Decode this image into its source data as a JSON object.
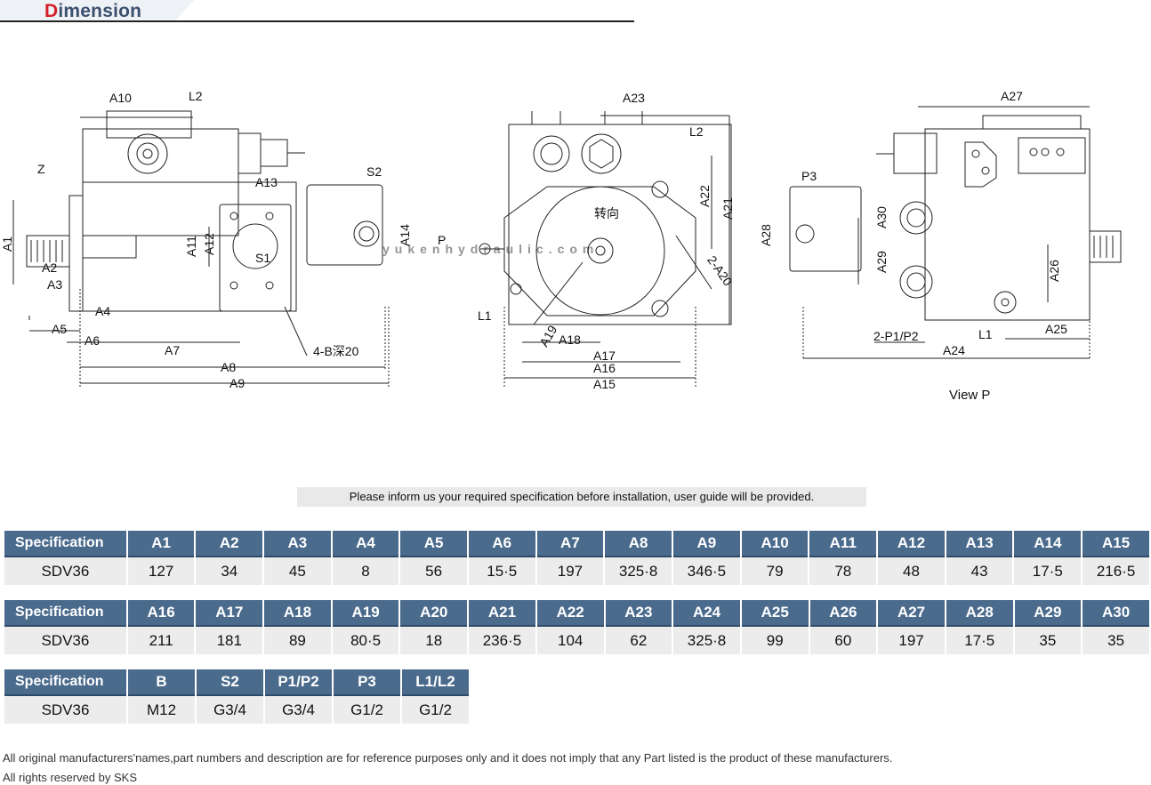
{
  "header": {
    "title_first": "D",
    "title_rest": "imension"
  },
  "drawing_labels": {
    "side": [
      "A10",
      "L2",
      "Z",
      "A1",
      "A2",
      "A3",
      "A4",
      "A5",
      "A6",
      "A7",
      "A8",
      "A9",
      "A11",
      "A12",
      "A13",
      "S1",
      "S2",
      "A14",
      "4-B深20"
    ],
    "front": [
      "A23",
      "L2",
      "A22",
      "A21",
      "P",
      "转向",
      "2-A20",
      "L1",
      "A19",
      "A18",
      "A17",
      "A16",
      "A15"
    ],
    "rear": [
      "A27",
      "P3",
      "A28",
      "A30",
      "A29",
      "A26",
      "L1",
      "2-P1/P2",
      "A25",
      "A24"
    ]
  },
  "view_label": "View P",
  "watermark": "yukenhydraulic.com",
  "notice": "Please inform us your required specification before installation, user guide will be provided.",
  "tables": [
    {
      "headers": [
        "Specification",
        "A1",
        "A2",
        "A3",
        "A4",
        "A5",
        "A6",
        "A7",
        "A8",
        "A9",
        "A10",
        "A11",
        "A12",
        "A13",
        "A14",
        "A15"
      ],
      "row": [
        "SDV36",
        "127",
        "34",
        "45",
        "8",
        "56",
        "15·5",
        "197",
        "325·8",
        "346·5",
        "79",
        "78",
        "48",
        "43",
        "17·5",
        "216·5"
      ]
    },
    {
      "headers": [
        "Specification",
        "A16",
        "A17",
        "A18",
        "A19",
        "A20",
        "A21",
        "A22",
        "A23",
        "A24",
        "A25",
        "A26",
        "A27",
        "A28",
        "A29",
        "A30"
      ],
      "row": [
        "SDV36",
        "211",
        "181",
        "89",
        "80·5",
        "18",
        "236·5",
        "104",
        "62",
        "325·8",
        "99",
        "60",
        "197",
        "17·5",
        "35",
        "35"
      ]
    },
    {
      "headers": [
        "Specification",
        "B",
        "S2",
        "P1/P2",
        "P3",
        "L1/L2"
      ],
      "row": [
        "SDV36",
        "M12",
        "G3/4",
        "G3/4",
        "G1/2",
        "G1/2"
      ]
    }
  ],
  "footer": {
    "disclaimer": "All original manufacturers'names,part numbers and description are for reference purposes only and it does not imply that any Part listed is the product of these manufacturers.",
    "rights": "All rights reserved by SKS"
  }
}
